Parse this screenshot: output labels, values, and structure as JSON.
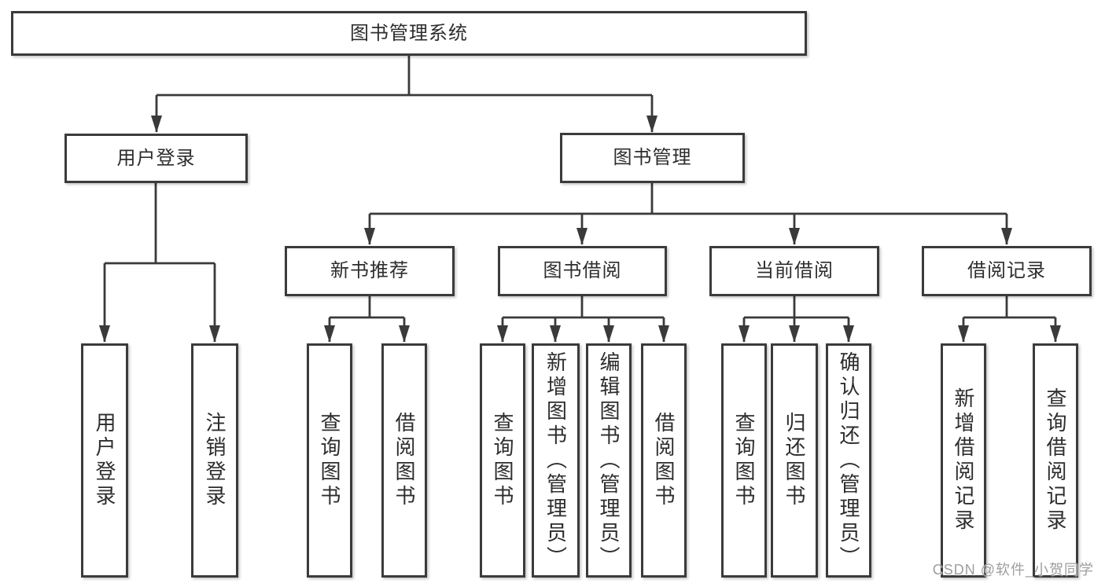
{
  "tree": {
    "label": "图书管理系统",
    "children": [
      {
        "label": "用户登录",
        "children": [
          {
            "label": "用户登录"
          },
          {
            "label": "注销登录"
          }
        ]
      },
      {
        "label": "图书管理",
        "children": [
          {
            "label": "新书推荐",
            "children": [
              {
                "label": "查询图书"
              },
              {
                "label": "借阅图书"
              }
            ]
          },
          {
            "label": "图书借阅",
            "children": [
              {
                "label": "查询图书"
              },
              {
                "label": "新增图书（管理员）"
              },
              {
                "label": "编辑图书（管理员）"
              },
              {
                "label": "借阅图书"
              }
            ]
          },
          {
            "label": "当前借阅",
            "children": [
              {
                "label": "查询图书"
              },
              {
                "label": "归还图书"
              },
              {
                "label": "确认归还（管理员）"
              }
            ]
          },
          {
            "label": "借阅记录",
            "children": [
              {
                "label": "新增借阅记录"
              },
              {
                "label": "查询借阅记录"
              }
            ]
          }
        ]
      }
    ]
  },
  "watermark": {
    "text": "CSDN @软件_小贺同学"
  },
  "colors": {
    "line": "#3a3a3a",
    "box_border": "#3b3b3b",
    "text": "#2d2d2d",
    "watermark": "#9e9e9e",
    "background": "#ffffff"
  }
}
